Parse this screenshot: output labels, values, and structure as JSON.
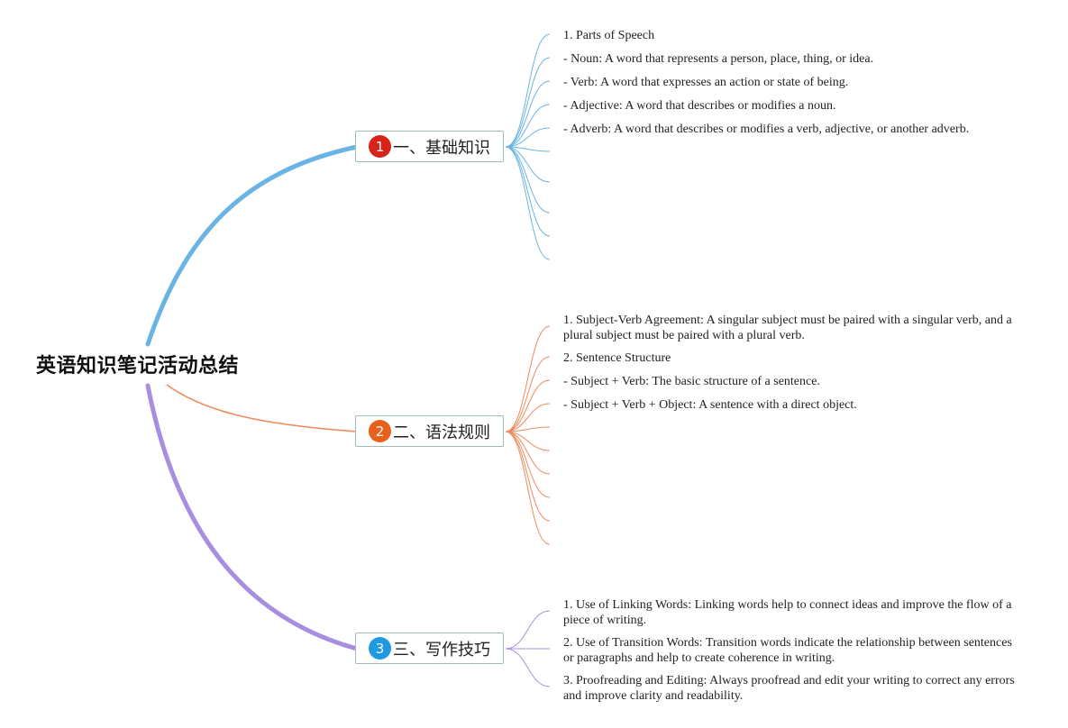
{
  "root": {
    "title": "英语知识笔记活动总结"
  },
  "branches": [
    {
      "number": "1",
      "label": "一、基础知识",
      "color": "#6ab4e4",
      "badge_color": "#d8231a",
      "items": [
        "1. Parts of Speech",
        "- Noun: A word that represents a person, place, thing, or idea.",
        "- Verb: A word that expresses an action or state of being.",
        "- Adjective: A word that describes or modifies a noun.",
        "- Adverb: A word that describes or modifies a verb, adjective, or another adverb."
      ]
    },
    {
      "number": "2",
      "label": "二、语法规则",
      "color": "#ee8a5e",
      "badge_color": "#e8611c",
      "items": [
        "1. Subject-Verb Agreement: A singular subject must be paired with a singular verb, and a plural subject must be paired with a plural verb.",
        "2. Sentence Structure",
        "- Subject + Verb: The basic structure of a sentence.",
        "- Subject + Verb + Object: A sentence with a direct object."
      ]
    },
    {
      "number": "3",
      "label": "三、写作技巧",
      "color": "#a88ee0",
      "badge_color": "#1e9be0",
      "items": [
        "1. Use of Linking Words: Linking words help to connect ideas and improve the flow of a piece of writing.",
        "2. Use of Transition Words: Transition words indicate the relationship between sentences or paragraphs and help to create coherence in writing.",
        "3. Proofreading and Editing: Always proofread and edit your writing to correct any errors and improve clarity and readability."
      ]
    }
  ]
}
